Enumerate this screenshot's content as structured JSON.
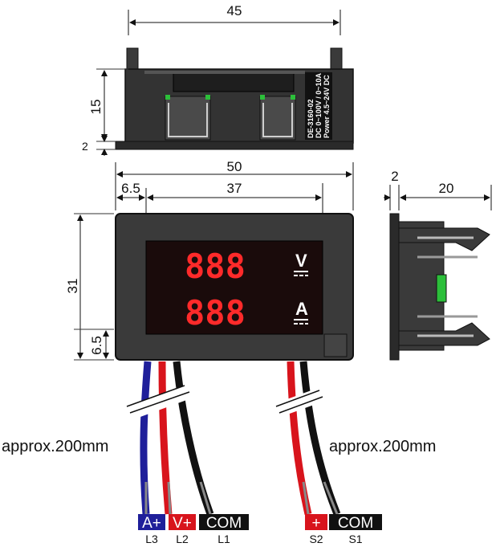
{
  "dimensions": {
    "top_width": "45",
    "top_height": "15",
    "top_flange": "2",
    "front_width": "50",
    "front_offset": "6.5",
    "display_width": "37",
    "front_height": "31",
    "bottom_offset": "6.5",
    "side_flange": "2",
    "side_depth": "20"
  },
  "top_label": {
    "line1": "DE-3160-02",
    "line2": "DC 0~100V / 0~10A",
    "line3": "Power 4.5~24V DC"
  },
  "display": {
    "upper_digits": "888",
    "upper_unit": "V",
    "lower_digits": "888",
    "lower_unit": "A"
  },
  "wire_length_left": "approx.200mm",
  "wire_length_right": "approx.200mm",
  "connectors_left": [
    {
      "label": "A+",
      "pin": "L3",
      "color": "#1f1f9a"
    },
    {
      "label": "V+",
      "pin": "L2",
      "color": "#d8141c"
    },
    {
      "label": "COM",
      "pin": "L1",
      "color": "#111111"
    }
  ],
  "connectors_right": [
    {
      "label": "+",
      "pin": "S2",
      "color": "#d8141c"
    },
    {
      "label": "COM",
      "pin": "S1",
      "color": "#111111"
    }
  ]
}
